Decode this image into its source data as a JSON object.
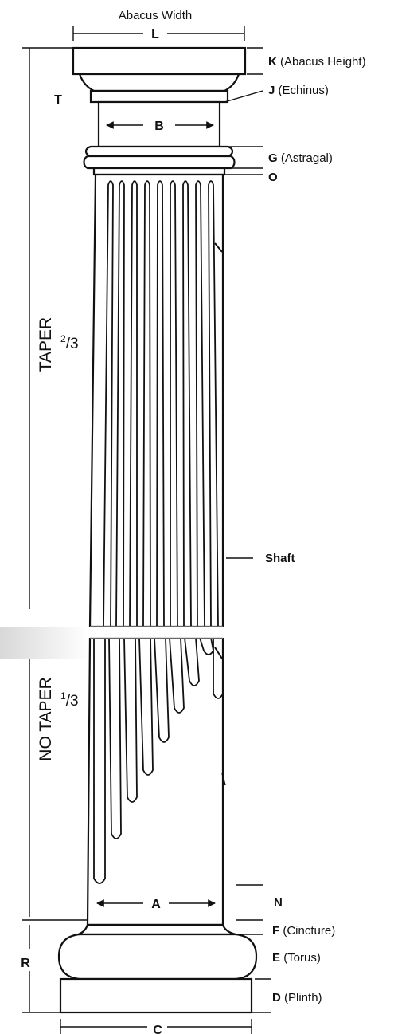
{
  "diagram": {
    "abacus_width_label": "Abacus Width",
    "dimension_letters": {
      "L": "L",
      "B": "B",
      "A": "A",
      "C": "C",
      "T": "T",
      "R": "R",
      "O": "O",
      "N": "N"
    },
    "parts": {
      "K": {
        "letter": "K",
        "name": "(Abacus Height)"
      },
      "J": {
        "letter": "J",
        "name": "(Echinus)"
      },
      "G": {
        "letter": "G",
        "name": "(Astragal)"
      },
      "F": {
        "letter": "F",
        "name": "(Cincture)"
      },
      "E": {
        "letter": "E",
        "name": "(Torus)"
      },
      "D": {
        "letter": "D",
        "name": "(Plinth)"
      },
      "shaft": "Shaft"
    },
    "taper": {
      "label": "TAPER",
      "fraction_numerator": "2",
      "fraction_denominator": "3"
    },
    "no_taper": {
      "label": "NO TAPER",
      "fraction_numerator": "1",
      "fraction_denominator": "3"
    }
  }
}
